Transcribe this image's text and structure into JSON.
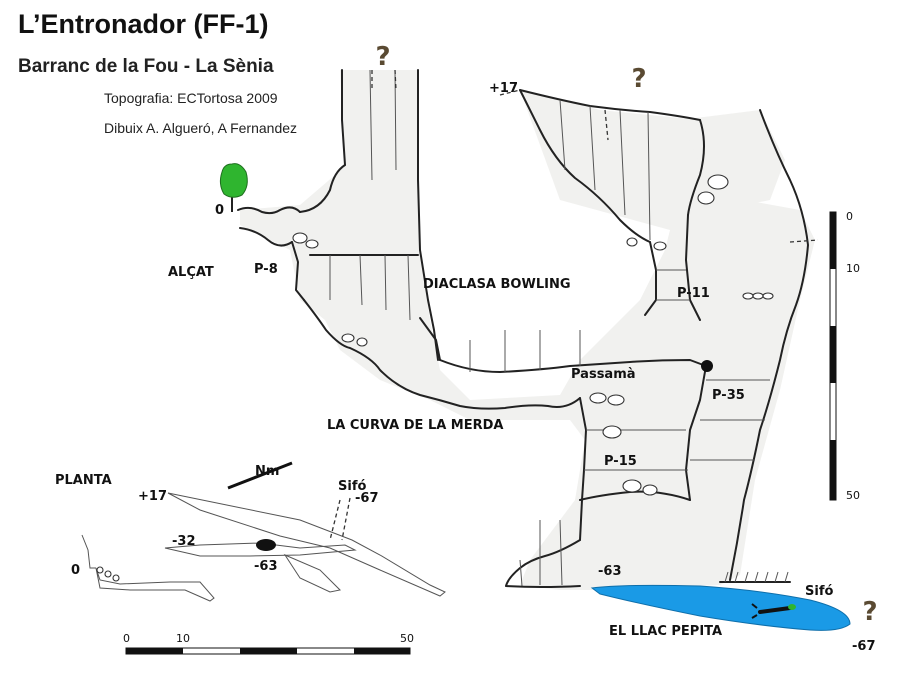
{
  "header": {
    "title": "L’Entronador (FF-1)",
    "subtitle": "Barranc de la Fou - La Sènia",
    "survey": "Topografia:  ECTortosa   2009",
    "drawing": "Dibuix A. Algueró, A Fernandez"
  },
  "section": {
    "label": "ALÇAT",
    "unknown_marker": "?",
    "labels": {
      "diaclasa": "DIACLASA BOWLING",
      "curva": "LA CURVA DE LA MERDA",
      "passama": "Passamà",
      "lake": "EL LLAC PEPITA",
      "sifo": "Sifó"
    },
    "depths": {
      "entrance": "0",
      "upper": "+17",
      "lake_level": "-63",
      "bottom": "-67"
    },
    "pitches": [
      "P-8",
      "P-11",
      "P-35",
      "P-15"
    ]
  },
  "vertical_scale": {
    "ticks": [
      "0",
      "10",
      "50"
    ]
  },
  "plan": {
    "label": "PLANTA",
    "north": "Nm",
    "sifo": "Sifó",
    "depths": [
      "+17",
      "-67",
      "-32",
      "-63",
      "0"
    ]
  },
  "horizontal_scale": {
    "ticks": [
      "0",
      "10",
      "50"
    ]
  },
  "colors": {
    "lake": "#1a9ae6",
    "tree": "#2fb52f",
    "marker": "#5a4a32",
    "cave_fill": "#f1f1ef"
  },
  "icons": [
    "tree-icon",
    "diver-icon",
    "north-arrow-icon"
  ]
}
